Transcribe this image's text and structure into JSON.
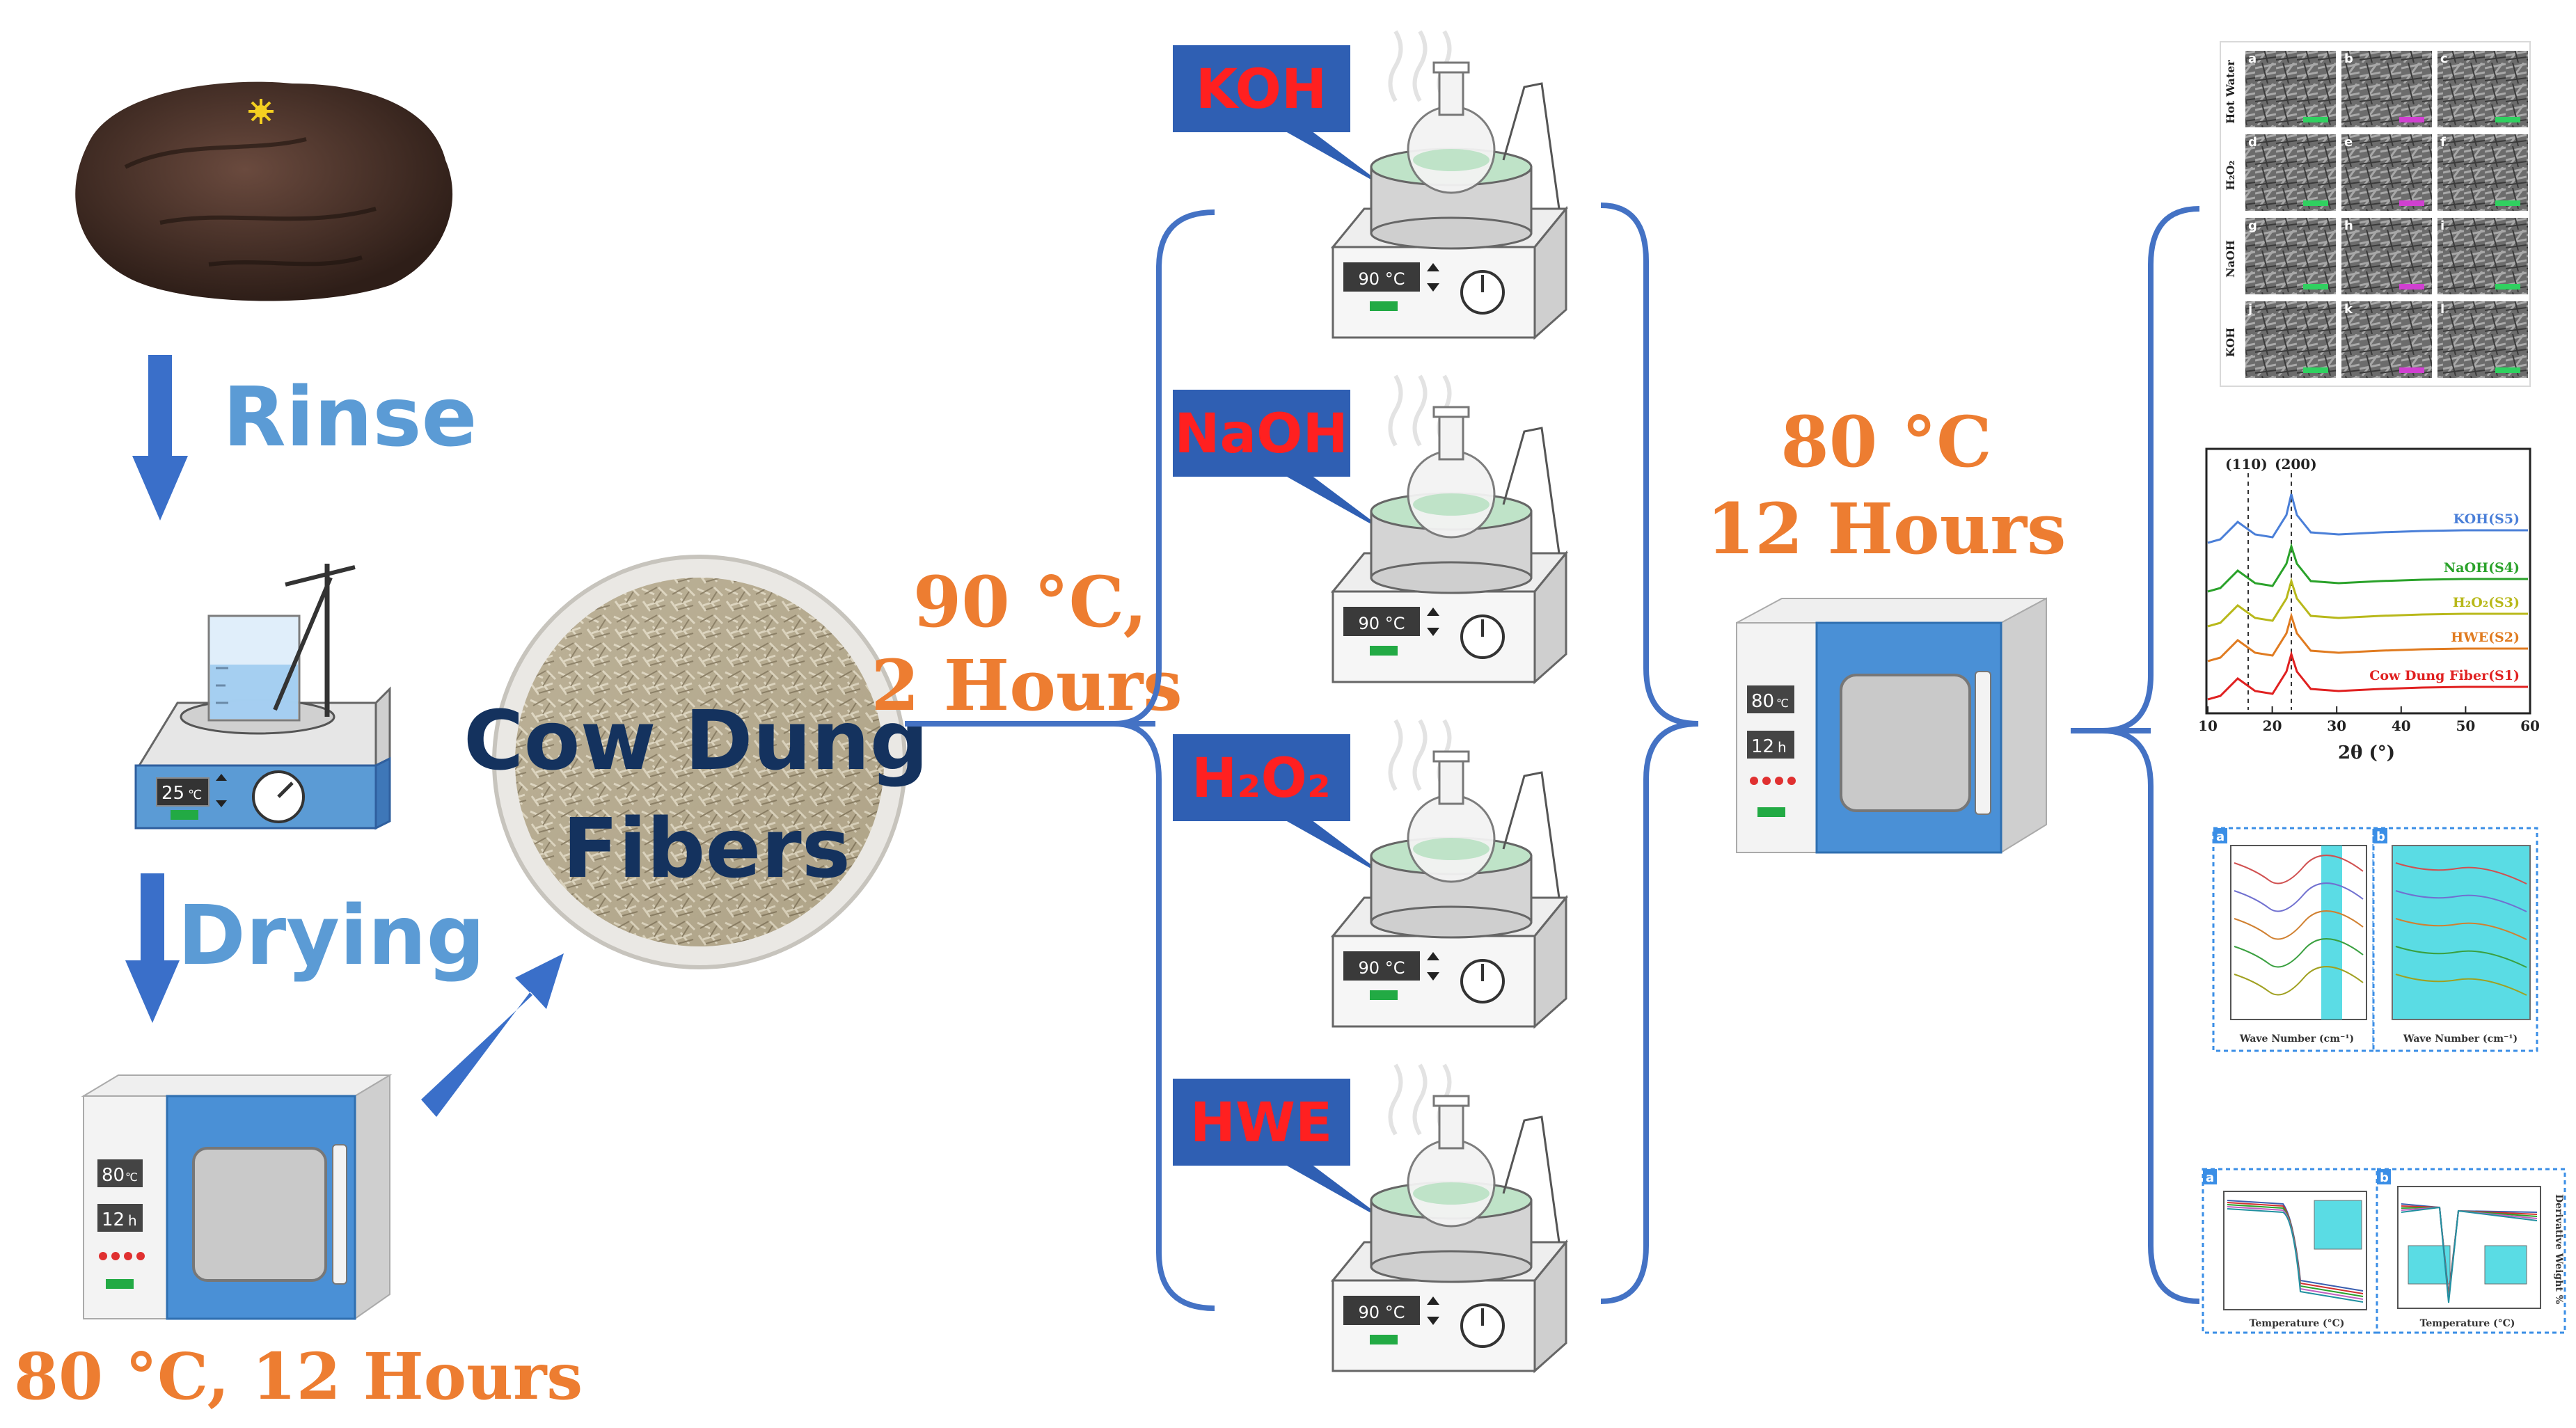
{
  "colors": {
    "blue_text": "#5b9bd5",
    "orange_text": "#ed7d31",
    "navy_text": "#14325e",
    "callout_bg": "#2f5fb3",
    "callout_text": "#ff2020",
    "bracket": "#4472c4",
    "arrow": "#3a6fc9"
  },
  "steps": {
    "rinse": "Rinse",
    "drying": "Drying",
    "drying_conditions": "80 °C, 12 Hours"
  },
  "cow_dung_fibers": {
    "line1": "Cow Dung",
    "line2": "Fibers"
  },
  "treatment_conditions": {
    "line1": "90 °C,",
    "line2": "2 Hours"
  },
  "treatments": [
    {
      "label": "KOH",
      "display": "90 °C"
    },
    {
      "label": "NaOH",
      "display": "90 °C"
    },
    {
      "label": "H₂O₂",
      "display": "90 °C"
    },
    {
      "label": "HWE",
      "display": "90 °C"
    }
  ],
  "final_drying": {
    "line1": "80 °C",
    "line2": "12 Hours",
    "temp": "80",
    "temp_unit": "℃",
    "time": "12",
    "time_unit": "h"
  },
  "small_oven": {
    "temp": "80",
    "temp_unit": "℃",
    "time": "12",
    "time_unit": "h"
  },
  "stirrer_display": {
    "temp": "25",
    "unit": "℃"
  },
  "sem_panel": {
    "row_labels": [
      "Hot Water",
      "H₂O₂",
      "NaOH",
      "KOH"
    ],
    "tile_letters": [
      "a",
      "b",
      "c",
      "d",
      "e",
      "f",
      "g",
      "h",
      "i",
      "j",
      "k",
      "l"
    ]
  },
  "xrd_panel": {
    "peaks": [
      "(110)",
      "(200)"
    ],
    "series": [
      "KOH(S5)",
      "NaOH(S4)",
      "H₂O₂(S3)",
      "HWE(S2)",
      "Cow Dung Fiber(S1)"
    ],
    "series_colors": [
      "#4a7fd8",
      "#2aa22a",
      "#b8b81a",
      "#e07b20",
      "#e02020"
    ],
    "x_ticks": [
      "10",
      "20",
      "30",
      "40",
      "50",
      "60"
    ],
    "xlabel": "2θ (°)"
  },
  "ftir_panel": {
    "labels": [
      "a",
      "b"
    ],
    "xlabel_a": "Wave Number (cm⁻¹)",
    "xlabel_b": "Wave Number (cm⁻¹)"
  },
  "tga_panel": {
    "labels": [
      "a",
      "b"
    ],
    "xlabel_a": "Temperature (°C)",
    "xlabel_b": "Temperature (°C)",
    "ylabel_b": "Derivative Weight %"
  }
}
